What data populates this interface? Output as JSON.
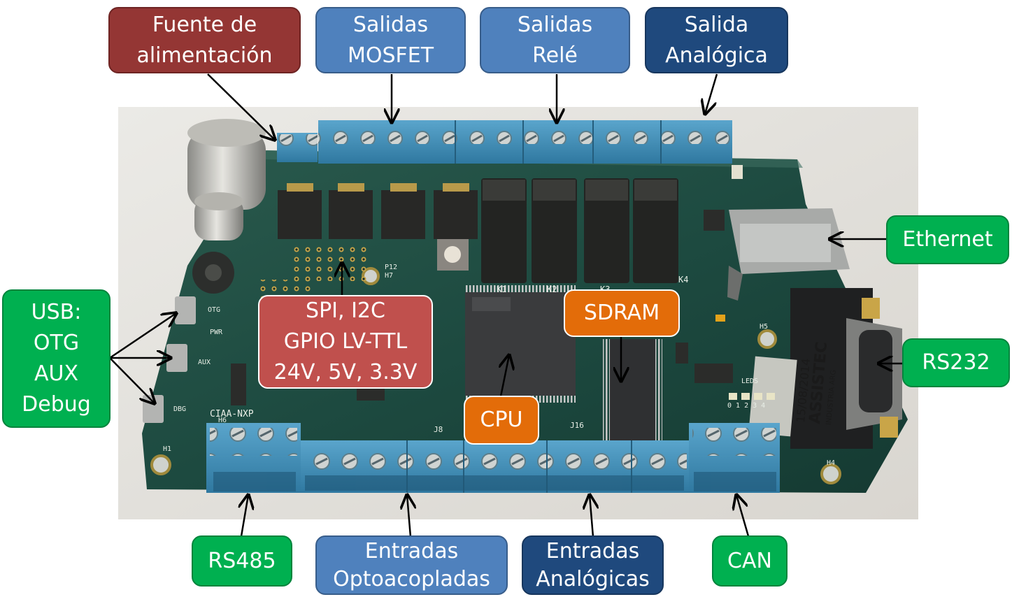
{
  "labels": {
    "power": [
      "Fuente de",
      "alimentación"
    ],
    "mosfet": [
      "Salidas",
      "MOSFET"
    ],
    "relay": [
      "Salidas",
      "Relé"
    ],
    "analog_out": [
      "Salida",
      "Analógica"
    ],
    "ethernet": [
      "Ethernet"
    ],
    "rs232": [
      "RS232"
    ],
    "usb": [
      "USB:",
      "OTG",
      "AUX",
      "Debug"
    ],
    "spi": [
      "SPI, I2C",
      "GPIO LV-TTL",
      "24V, 5V, 3.3V"
    ],
    "sdram": [
      "SDRAM"
    ],
    "cpu": [
      "CPU"
    ],
    "rs485": [
      "RS485"
    ],
    "opto": [
      "Entradas",
      "Optoacopladas"
    ],
    "analog_in": [
      "Entradas",
      "Analógicas"
    ],
    "can": [
      "CAN"
    ]
  },
  "board_text": {
    "model": "CIAA-NXP",
    "relays": [
      "K1",
      "K2",
      "K3",
      "K4"
    ],
    "usb_ports": [
      "OTG",
      "AUX",
      "DBG"
    ],
    "leds": "LEDS",
    "led_numbers": "0 1 2 3 4",
    "date": "15/08/2014",
    "brand": "ASSISTEC",
    "brand_sub": "INDUSTRIA ARG",
    "headers": [
      "J16",
      "J8",
      "H6",
      "H1",
      "H4",
      "H5",
      "P12",
      "H7"
    ],
    "pwr": "PWR"
  },
  "colors": {
    "power": "#943634",
    "outputs": "#4f81bd",
    "analog": "#1f497d",
    "comms": "#00b050",
    "chips": "#e36c09",
    "expansion": "#c0504d",
    "pcb": "#1d4a40",
    "terminal": "#3f8bb5"
  }
}
